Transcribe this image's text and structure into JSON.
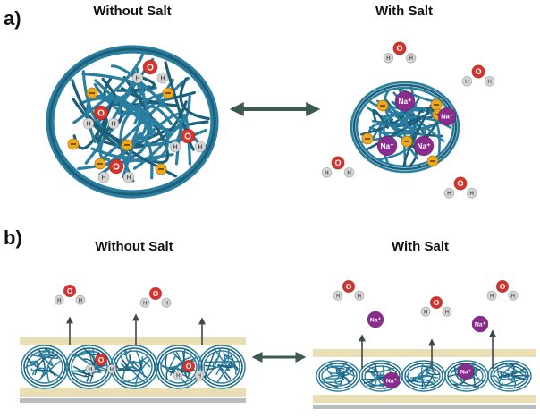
{
  "panel_a": {
    "label": "a)",
    "left_heading": "Without Salt",
    "right_heading": "With Salt"
  },
  "panel_b": {
    "label": "b)",
    "left_heading": "Without Salt",
    "right_heading": "With Salt"
  },
  "atoms": {
    "oxygen": "O",
    "hydrogen": "H",
    "sodium": "Na⁺"
  },
  "colors": {
    "polymer": "#2a7fa0",
    "polymer_dark": "#1d5f7a",
    "oxygen": "#d8322b",
    "hydrogen": "#d6d6d6",
    "sodium": "#8a2c8c",
    "anion": "#f0a81c",
    "arrow": "#3d5a4f",
    "membrane": "#eadfb4",
    "base": "#b9bcbd"
  }
}
